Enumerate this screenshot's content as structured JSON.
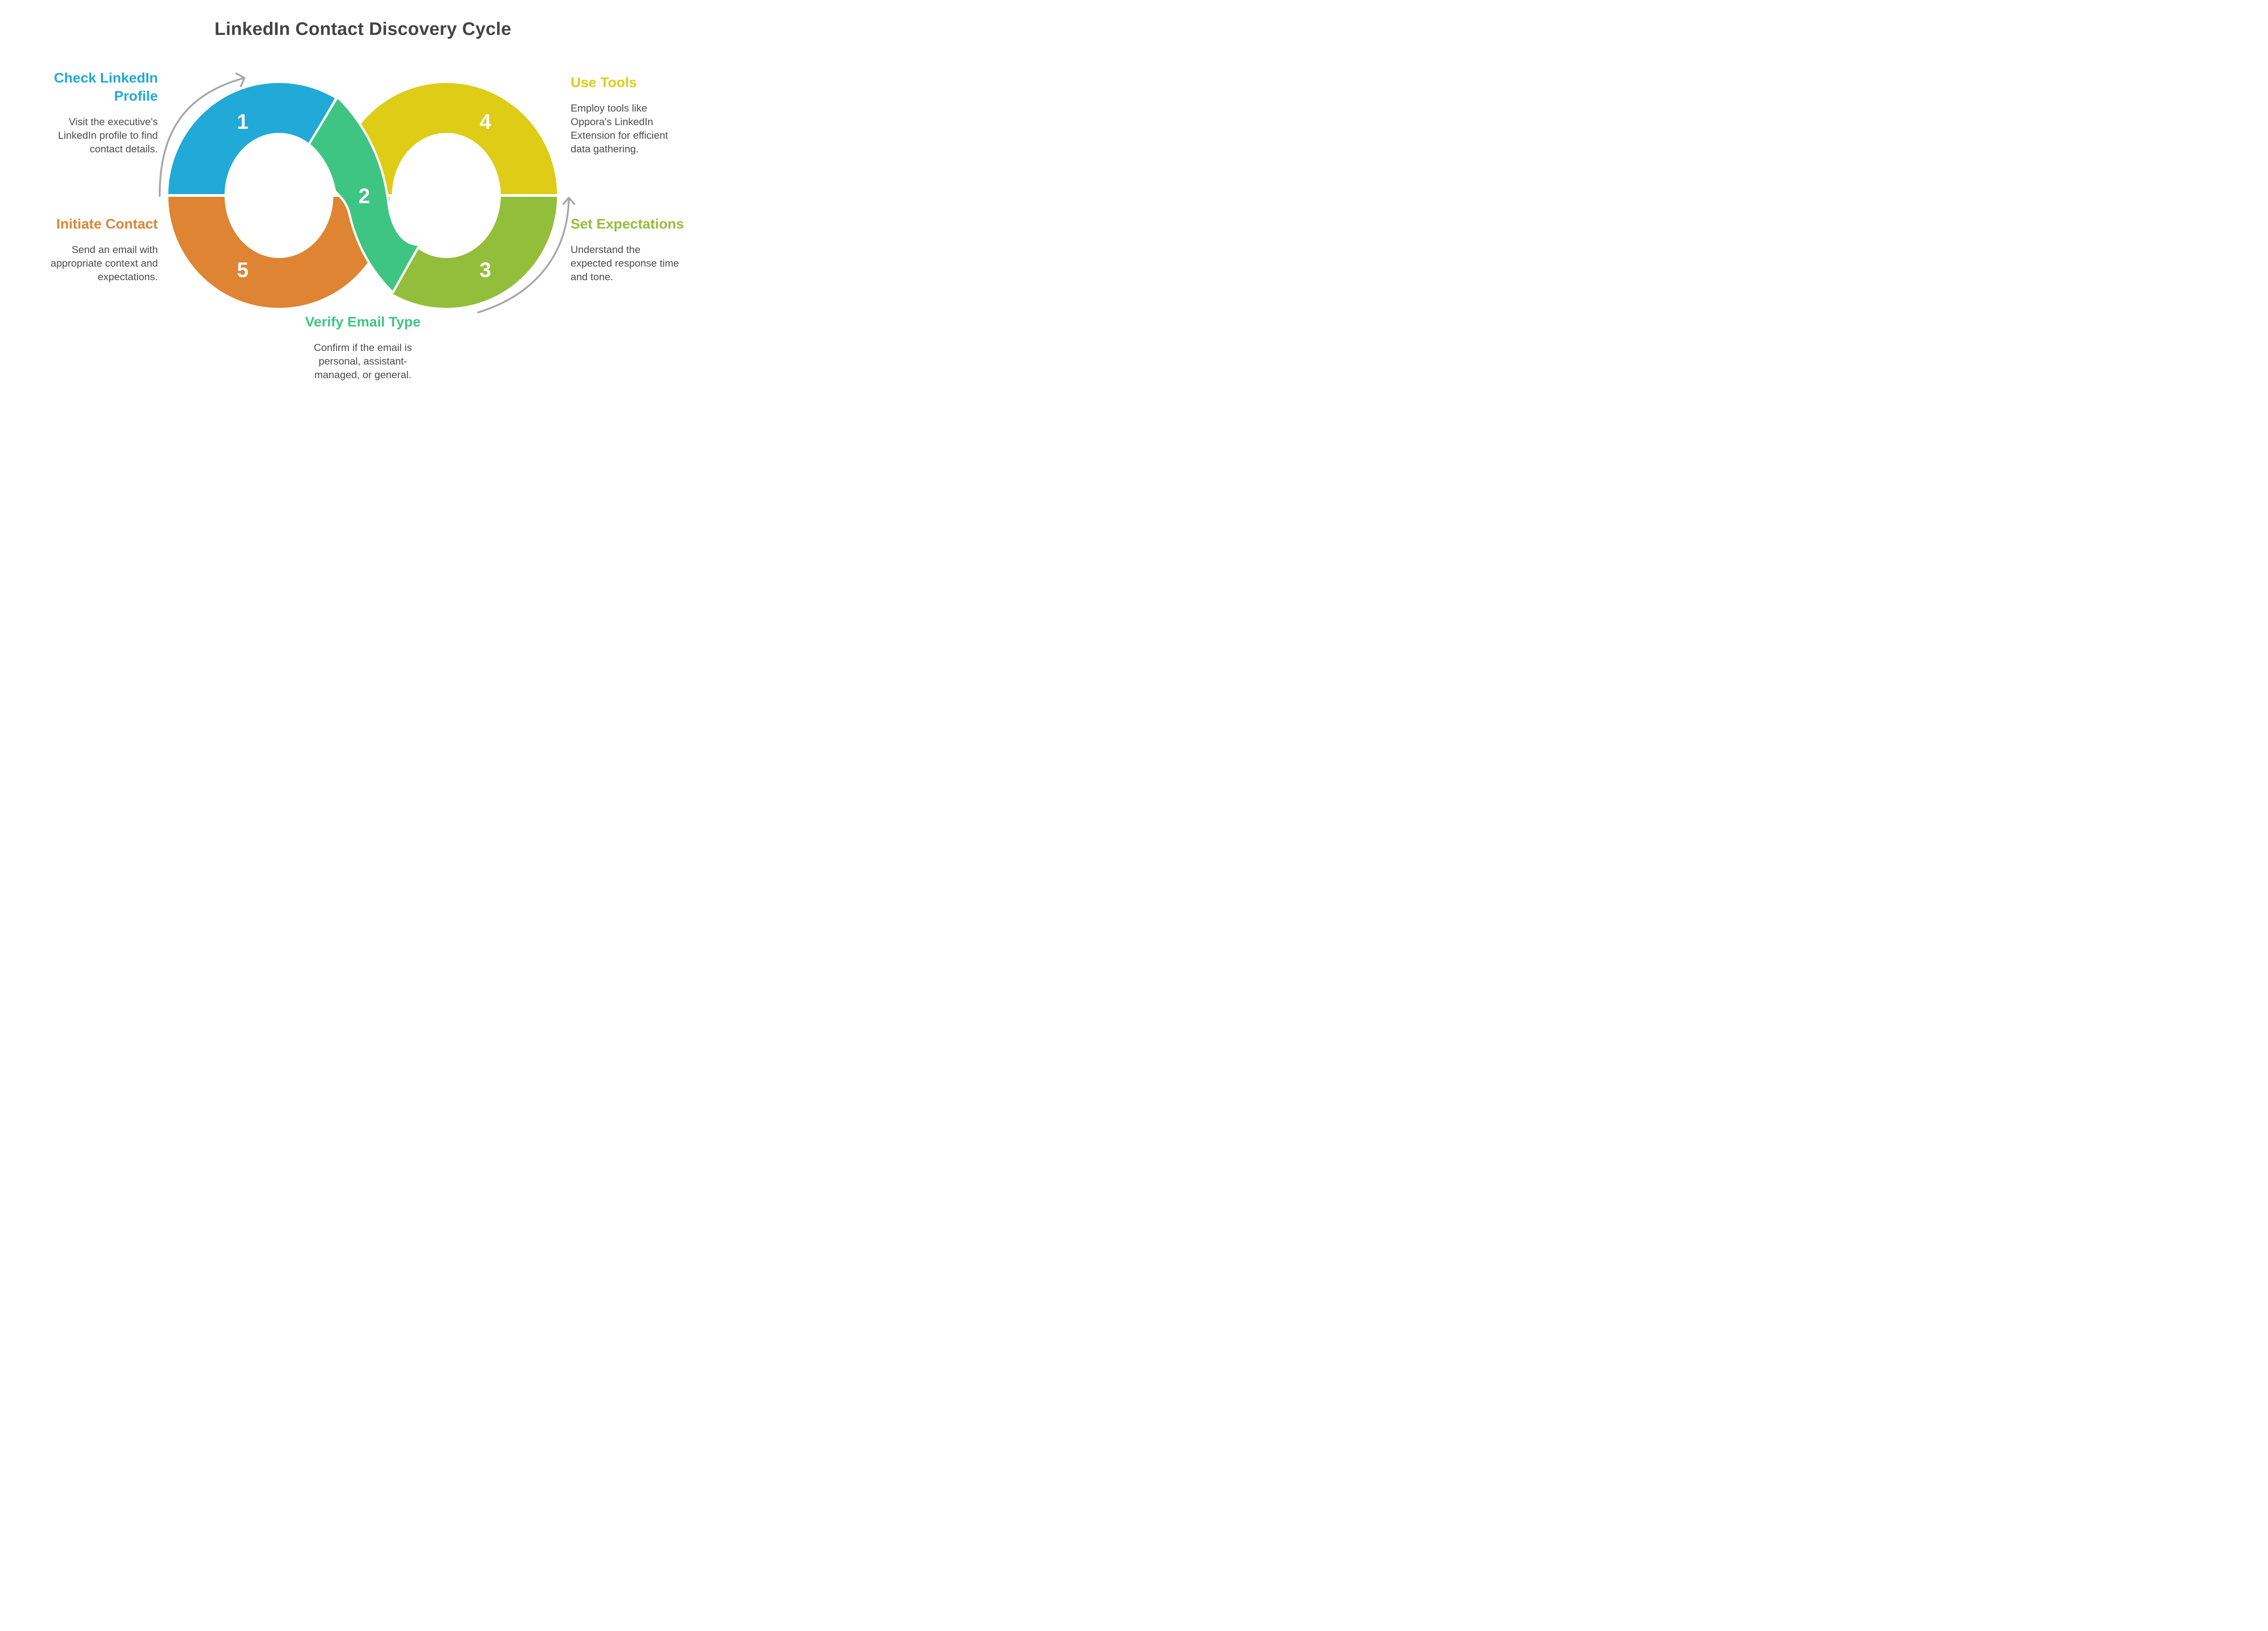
{
  "title": "LinkedIn Contact Discovery Cycle",
  "colors": {
    "step1": "#21A9D8",
    "step2": "#3FC583",
    "step3": "#93BE3B",
    "step4": "#DECC16",
    "step5": "#DE8433",
    "text": "#4a4a4a",
    "title": "#444444",
    "arrow": "#A6A6A6"
  },
  "steps": [
    {
      "number": "1",
      "heading": "Check LinkedIn Profile",
      "heading_lines": [
        "Check LinkedIn",
        "Profile"
      ],
      "description": "Visit the executive's LinkedIn profile to find contact details.",
      "description_lines": [
        "Visit the executive's",
        "LinkedIn profile to find",
        "contact details."
      ]
    },
    {
      "number": "2",
      "heading": "Verify Email Type",
      "heading_lines": [
        "Verify Email Type"
      ],
      "description": "Confirm if the email is personal, assistant-managed, or general.",
      "description_lines": [
        "Confirm if the email is",
        "personal, assistant-",
        "managed, or general."
      ]
    },
    {
      "number": "3",
      "heading": "Set Expectations",
      "heading_lines": [
        "Set Expectations"
      ],
      "description": "Understand the expected response time and tone.",
      "description_lines": [
        "Understand the",
        "expected response time",
        "and tone."
      ]
    },
    {
      "number": "4",
      "heading": "Use Tools",
      "heading_lines": [
        "Use Tools"
      ],
      "description": "Employ tools like Oppora's LinkedIn Extension for efficient data gathering.",
      "description_lines": [
        "Employ tools like",
        "Oppora's LinkedIn",
        "Extension for efficient",
        "data gathering."
      ]
    },
    {
      "number": "5",
      "heading": "Initiate Contact",
      "heading_lines": [
        "Initiate Contact"
      ],
      "description": "Send an email with appropriate context and expectations.",
      "description_lines": [
        "Send an email with",
        "appropriate context and",
        "expectations."
      ]
    }
  ],
  "icons": {
    "cycle_arrow_left": "curved-arrow-clockwise-top-left",
    "cycle_arrow_right": "curved-arrow-up-bottom-right"
  }
}
